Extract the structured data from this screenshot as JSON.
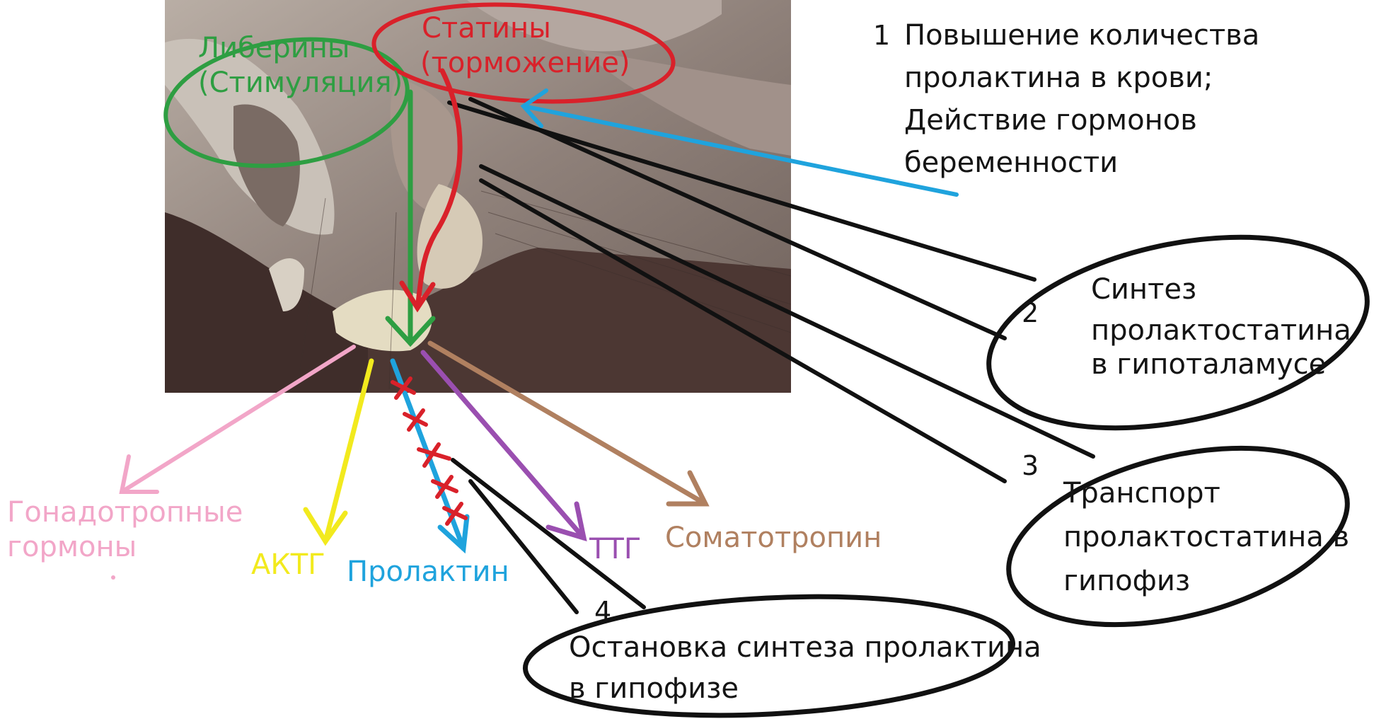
{
  "colors": {
    "liberins": "#2e9e42",
    "statins": "#d9212a",
    "gonadotropic": "#f2a6c8",
    "acth": "#f2ea1e",
    "prolactin": "#1fa3dd",
    "tsh": "#9a4fb0",
    "somatotropin": "#b08060",
    "outline": "#111111"
  },
  "labels": {
    "liberins": {
      "line1": "Либерины",
      "line2": "(Стимуляция)"
    },
    "statins": {
      "line1": "Статины",
      "line2": "(торможение)"
    },
    "gonadotropic": {
      "line1": "Гонадотропные",
      "line2": "гормоны"
    },
    "acth": "АКТГ",
    "prolactin": "Пролактин",
    "tsh": "ТТГ",
    "somatotropin": "Соматотропин"
  },
  "steps": [
    {
      "number": "1",
      "lines": [
        "Повышение количества",
        "пролактина в крови;",
        "Действие гормонов",
        "беременности"
      ]
    },
    {
      "number": "2",
      "lines": [
        "Синтез",
        "пролактостатина",
        "в гипоталамусе"
      ]
    },
    {
      "number": "3",
      "lines": [
        "Транспорт",
        "пролактостатина в",
        "гипофиз"
      ]
    },
    {
      "number": "4",
      "lines": [
        "Остановка синтеза пролактина",
        "в гипофизе"
      ]
    }
  ],
  "illustration": "hypothalamus-pituitary-anatomy"
}
